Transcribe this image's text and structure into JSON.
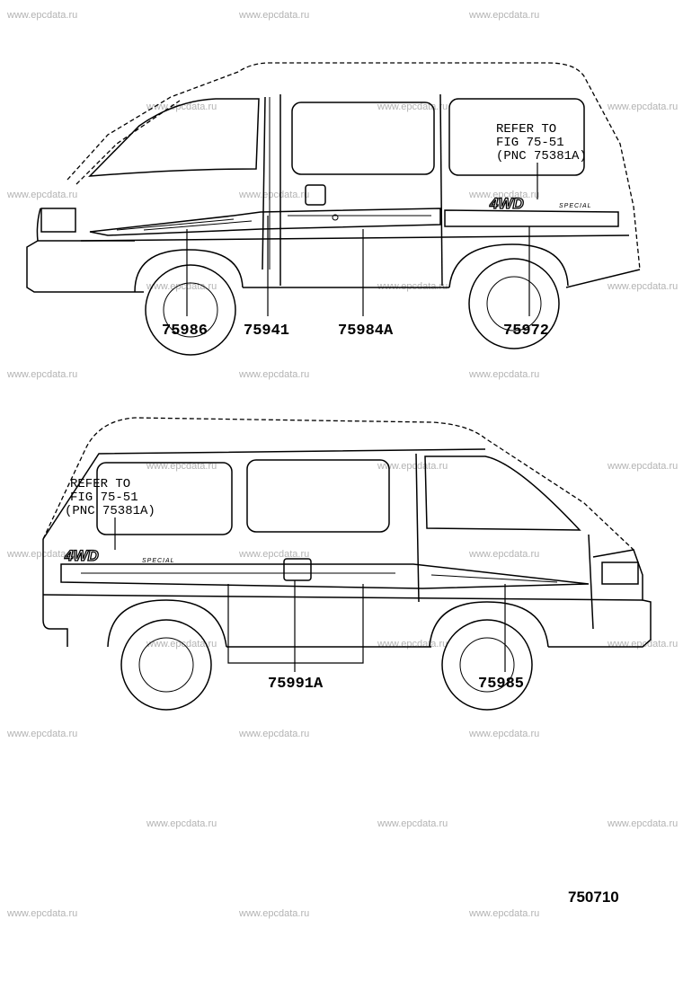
{
  "watermark": "www.epcdata.ru",
  "figure_number": "750710",
  "upper_view": {
    "reference_note": [
      "REFER TO",
      "FIG 75-51",
      "(PNC 75381A)"
    ],
    "badge": {
      "main": "4WD",
      "sub": "SPECIAL"
    },
    "part_numbers": [
      "75986",
      "75941",
      "75984A",
      "75972"
    ]
  },
  "lower_view": {
    "reference_note": [
      "REFER TO",
      "FIG 75-51",
      "(PNC 75381A)"
    ],
    "badge": {
      "main": "4WD",
      "sub": "SPECIAL"
    },
    "part_numbers": [
      "75991A",
      "75985"
    ]
  }
}
